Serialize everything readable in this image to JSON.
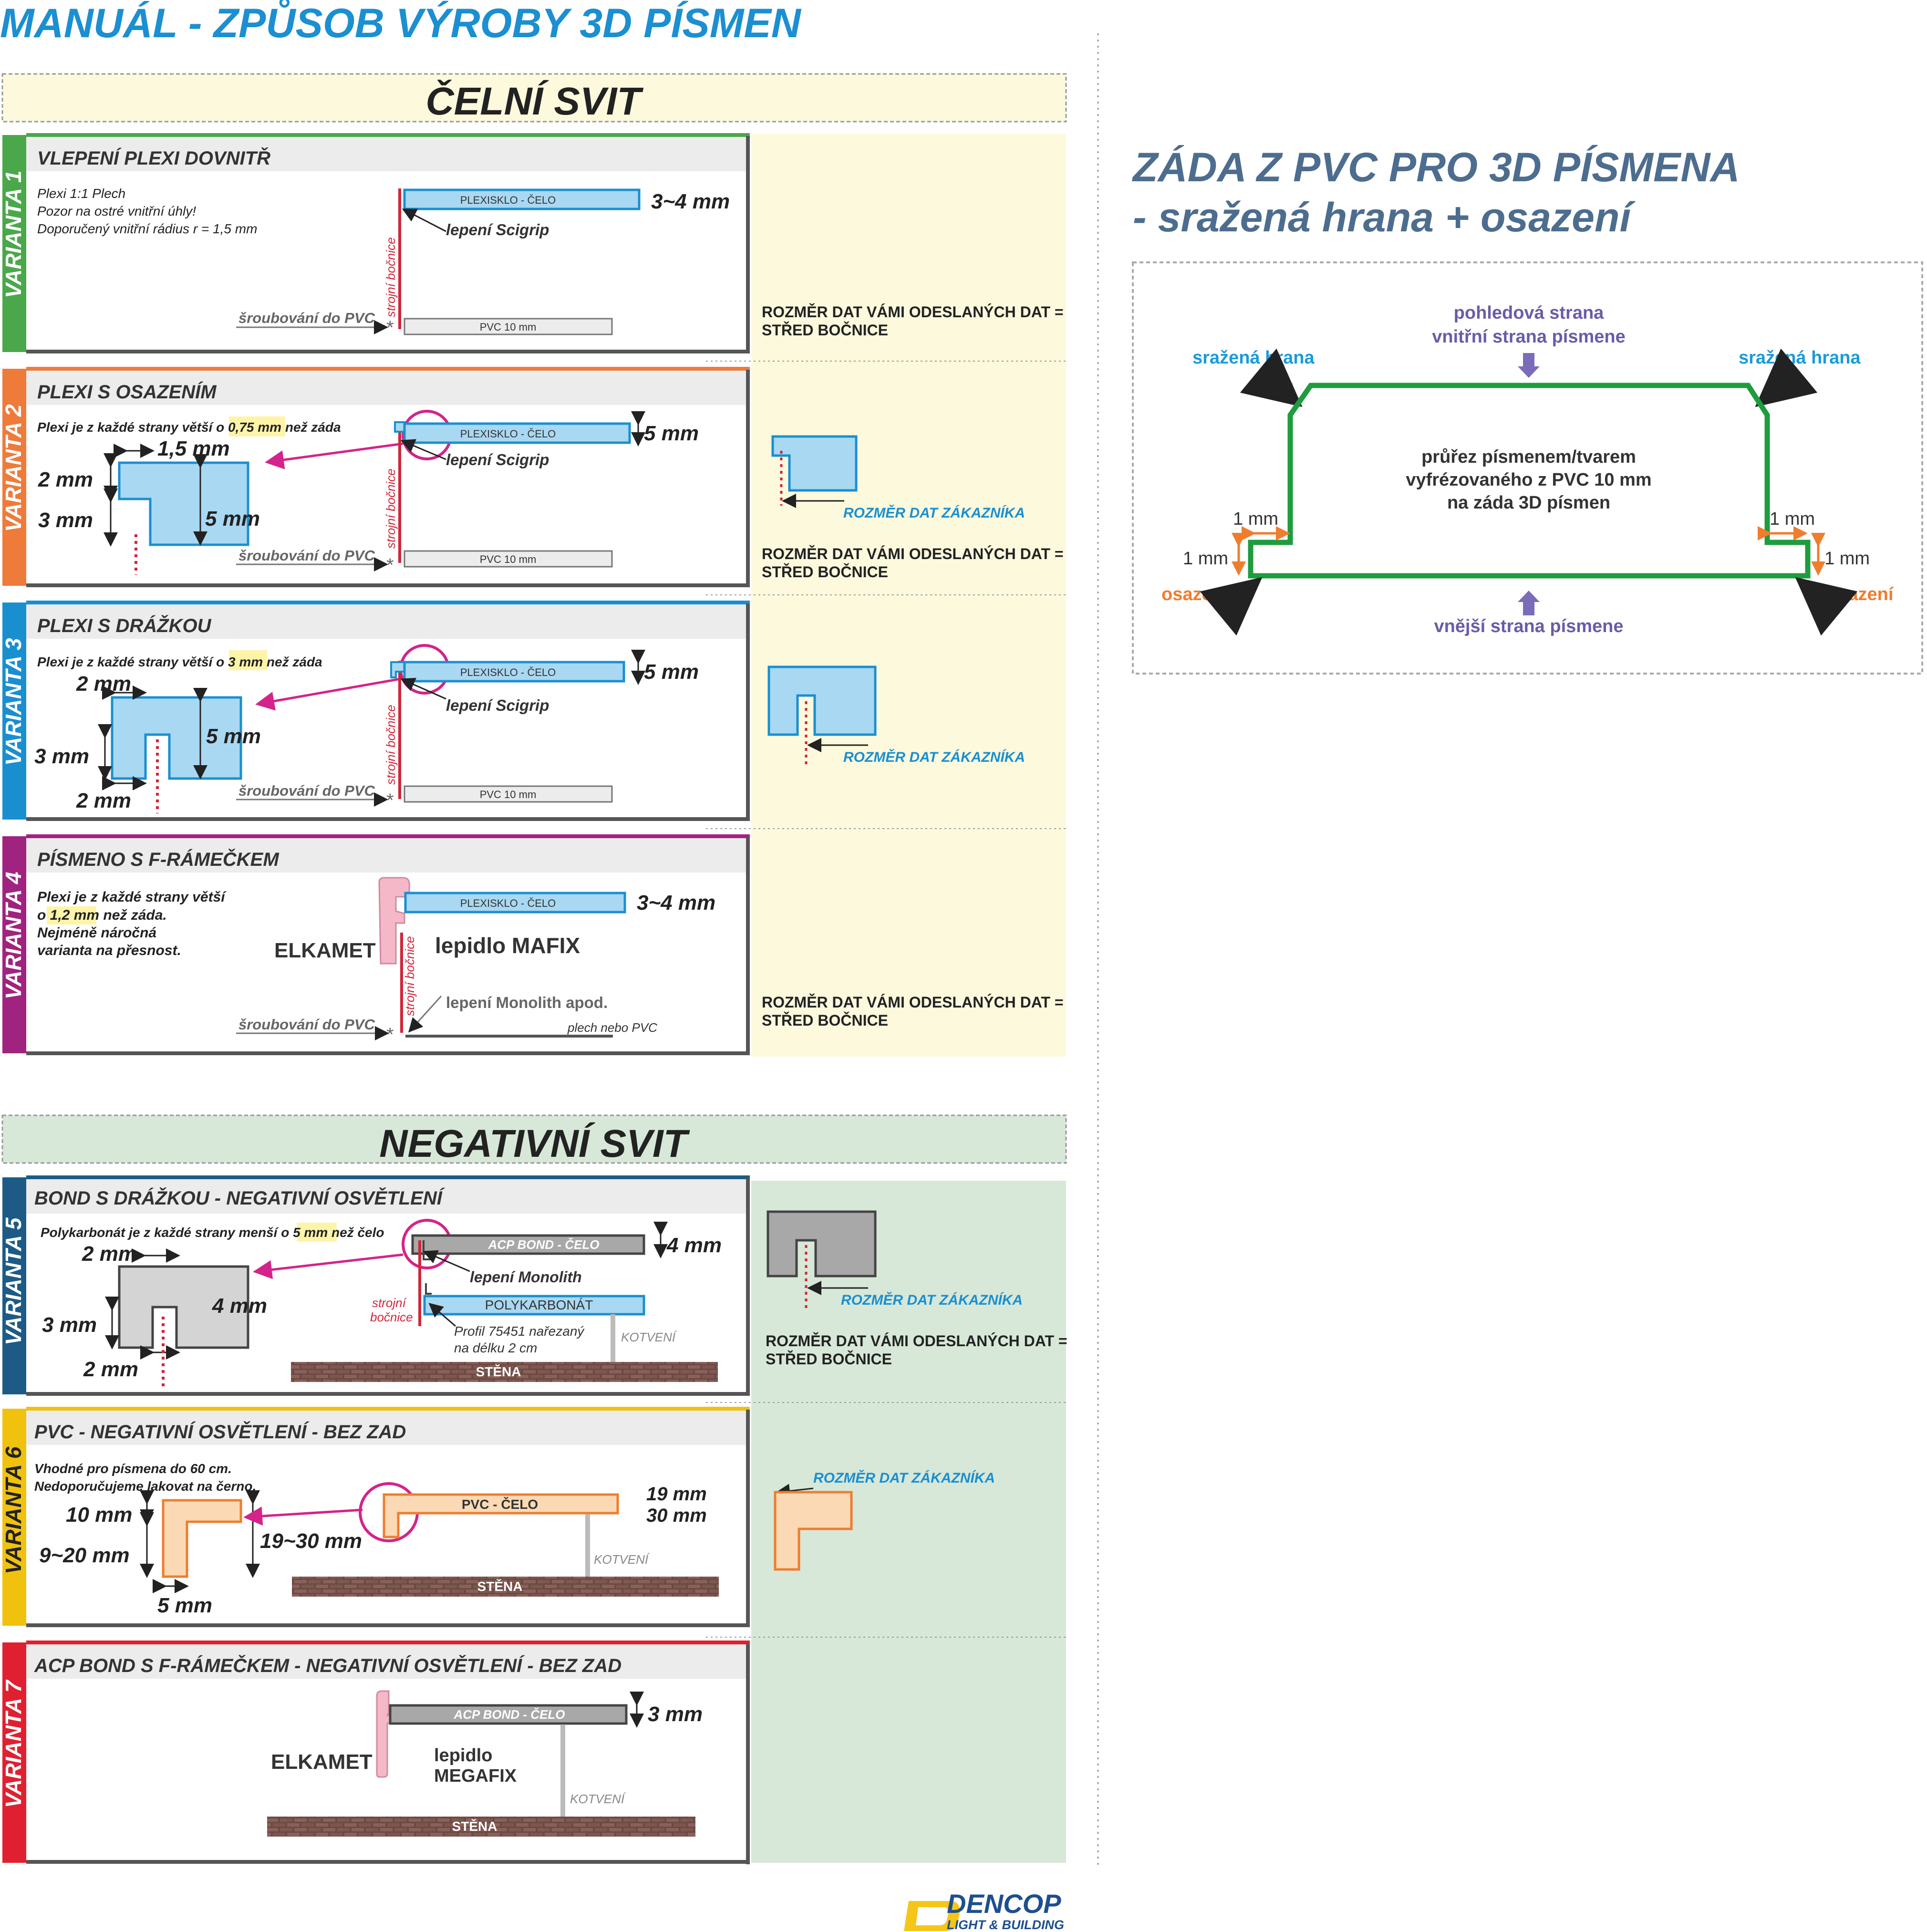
{
  "page_title": "MANUÁL - ZPŮSOB VÝROBY 3D PÍSMEN",
  "celni_title": "ČELNÍ SVIT",
  "negativni_title": "NEGATIVNÍ SVIT",
  "common": {
    "sroubovani": "šroubování do PVC",
    "strojni": "strojní bočnice",
    "plexisklo": "PLEXISKLO - ČELO",
    "pvc10": "PVC 10 mm",
    "scigrip": "lepení Scigrip",
    "rozmer_vami_1": "ROZMĚR DAT VÁMI ODESLANÝCH DAT =",
    "rozmer_vami_2": "STŘED BOČNICE",
    "rozmer_zak": "ROZMĚR DAT ZÁKAZNÍKA",
    "kotveni": "KOTVENÍ",
    "stena": "STĚNA",
    "elkamet": "ELKAMET"
  },
  "v1": {
    "tab": "VARIANTA 1",
    "title": "VLEPENÍ PLEXI DOVNITŘ",
    "note1": "Plexi 1:1 Plech",
    "note2": "Pozor na ostré vnitřní úhly!",
    "note3": "Doporučený vnitřní rádius r = 1,5 mm",
    "thick": "3~4 mm"
  },
  "v2": {
    "tab": "VARIANTA 2",
    "title": "PLEXI S OSAZENÍM",
    "note_a": "Plexi je z každé strany větší o ",
    "note_hl": "0,75 mm",
    "note_b": " než záda",
    "d1": "1,5 mm",
    "d2": "2 mm",
    "d3": "3 mm",
    "d4": "5 mm",
    "thick": "5 mm"
  },
  "v3": {
    "tab": "VARIANTA 3",
    "title": "PLEXI S DRÁŽKOU",
    "note_a": "Plexi je z každé strany větší o ",
    "note_hl": "3 mm",
    "note_b": " než záda",
    "d1": "2 mm",
    "d2": "5 mm",
    "d3": "3 mm",
    "d4": "2 mm",
    "thick": "5 mm"
  },
  "v4": {
    "tab": "VARIANTA 4",
    "title": "PÍSMENO S F-RÁMEČKEM",
    "note1": "Plexi je z každé strany větší",
    "note2a": "o ",
    "note2hl": "1,2 mm",
    "note2b": " než záda.",
    "note3": "Nejméně náročná",
    "note4": "varianta na přesnost.",
    "thick": "3~4 mm",
    "lepidlo": "lepidlo MAFIX",
    "monolith": "lepení Monolith apod.",
    "plech": "plech nebo PVC"
  },
  "v5": {
    "tab": "VARIANTA 5",
    "title": "BOND S DRÁŽKOU - NEGATIVNÍ OSVĚTLENÍ",
    "note_a": "Polykarbonát je z každé strany menší o ",
    "note_hl": "5 mm",
    "note_b": " než čelo",
    "d1": "2 mm",
    "d2": "4 mm",
    "d3": "3 mm",
    "d4": "2 mm",
    "bond": "ACP BOND - ČELO",
    "thick": "4 mm",
    "monolith": "lepení Monolith",
    "poly": "POLYKARBONÁT",
    "strojni1": "strojní",
    "strojni2": "bočnice",
    "profil1": "Profil 75451 nařezaný",
    "profil2": "na délku 2 cm"
  },
  "v6": {
    "tab": "VARIANTA 6",
    "title": "PVC - NEGATIVNÍ OSVĚTLENÍ - BEZ ZAD",
    "note1": "Vhodné pro písmena do 60 cm.",
    "note2": "Nedoporučujeme lakovat na černo.",
    "d1": "10 mm",
    "d2": "9~20 mm",
    "d3": "19~30 mm",
    "d4": "5 mm",
    "pvc_celo": "PVC - ČELO",
    "t1": "19 mm",
    "t2": "30 mm"
  },
  "v7": {
    "tab": "VARIANTA 7",
    "title": "ACP BOND S F-RÁMEČKEM - NEGATIVNÍ OSVĚTLENÍ - BEZ ZAD",
    "bond": "ACP BOND - ČELO",
    "thick": "3 mm",
    "lep1": "lepidlo",
    "lep2": "MEGAFIX"
  },
  "right": {
    "title1": "ZÁDA Z PVC PRO 3D PÍSMENA",
    "title2": "- sražená hrana + osazení",
    "pohled1": "pohledová strana",
    "pohled2": "vnitřní strana písmene",
    "srazena": "sražená hrana",
    "center1": "průřez písmenem/tvarem",
    "center2": "vyfrézovaného z PVC 10 mm",
    "center3": "na záda 3D písmen",
    "mm1": "1 mm",
    "osazeni": "osazení",
    "vnejsi": "vnější strana písmene"
  },
  "logo": {
    "name": "DENCOP",
    "sub": "LIGHT & BUILDING"
  },
  "colors": {
    "title_blue": "#1b8fd1",
    "right_title": "#4d6d8f",
    "v1": "#4aa84a",
    "v2": "#ee7b3a",
    "v3": "#1a8fd0",
    "v4": "#a0237f",
    "v5": "#1d5b86",
    "v6": "#f0c20e",
    "v7": "#e02030",
    "plexi": "#a9d8f2",
    "yellow_bg": "#fdf9dd",
    "green_bg": "#d7e8d8",
    "orange_bg": "#fbd9b5"
  }
}
